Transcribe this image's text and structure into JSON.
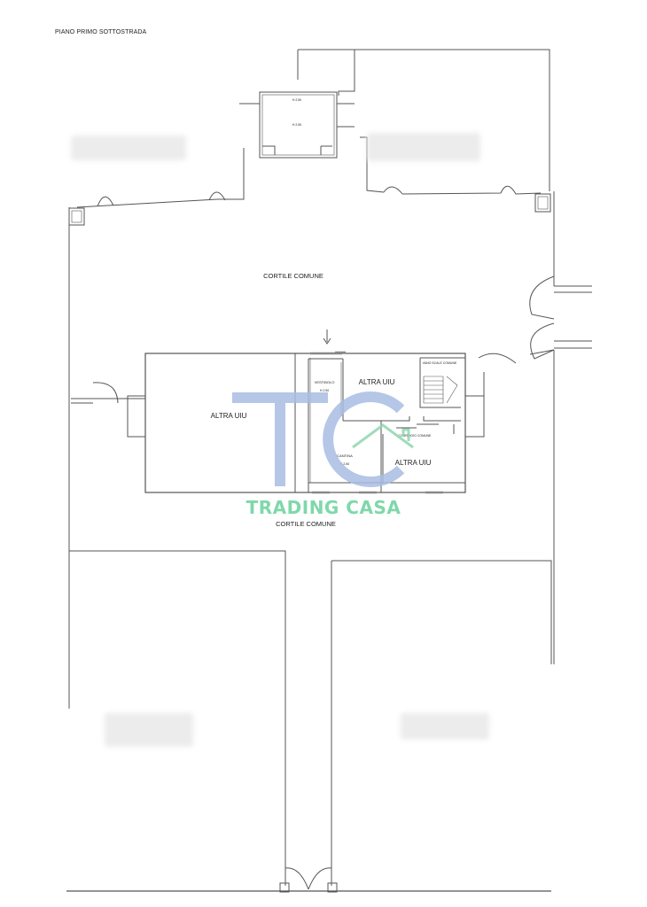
{
  "title": "PIANO PRIMO SOTTOSTRADA",
  "labels": {
    "courtyard_top": "CORTILE COMUNE",
    "courtyard_bottom": "CORTILE COMUNE",
    "other_unit_left": "ALTRA UIU",
    "other_unit_center": "ALTRA UIU",
    "other_unit_right": "ALTRA UIU",
    "vestibule": "VESTIBOLO",
    "vestibule_height": "H 2.50",
    "cellar": "CANTINA",
    "cellar_height": "H 2.50",
    "stairs": "VANO SCALE COMUNE",
    "corridor": "CORRIDOIO COMUNE",
    "stair_block_height_1": "H 2.50",
    "stair_block_height_2": "H 2.50"
  },
  "watermark": {
    "monogram": "TC",
    "name": "TRADING CASA",
    "color_letters": "#a9bde3",
    "color_roof": "#8fd6b0",
    "color_name": "#7fd8aa"
  },
  "colors": {
    "walls": "#555555",
    "blur": "#ececec"
  }
}
